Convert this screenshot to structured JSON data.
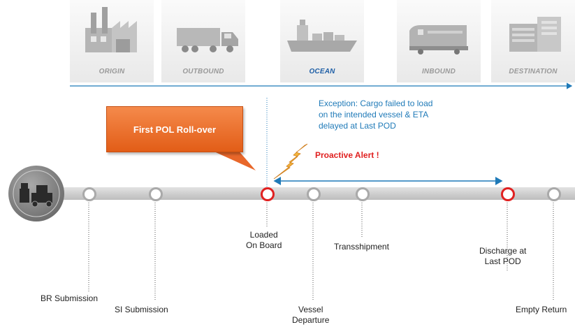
{
  "stages": [
    {
      "label": "ORIGIN",
      "icon": "factory-icon",
      "active": false
    },
    {
      "label": "OUTBOUND",
      "icon": "truck-icon",
      "active": false
    },
    {
      "label": "OCEAN",
      "icon": "ship-icon",
      "active": true
    },
    {
      "label": "INBOUND",
      "icon": "train-icon",
      "active": false
    },
    {
      "label": "DESTINATION",
      "icon": "warehouse-icon",
      "active": false
    }
  ],
  "exception_text": [
    "Exception: Cargo failed to load",
    "on the intended vessel & ETA",
    "delayed at Last POD"
  ],
  "callout": "First POL Roll-over",
  "alert": "Proactive Alert !",
  "steps": {
    "br": "BR Submission",
    "si": "SI Submission",
    "loaded": [
      "Loaded",
      "On Board"
    ],
    "vessel": [
      "Vessel",
      "Departure"
    ],
    "trans": "Transshipment",
    "discharge": [
      "Discharge at",
      "Last POD"
    ],
    "empty": "Empty Return"
  },
  "colors": {
    "accent": "#1f7ab8",
    "alert": "#e02020",
    "callout": "#e8672a",
    "node": "#a9a9a9"
  }
}
